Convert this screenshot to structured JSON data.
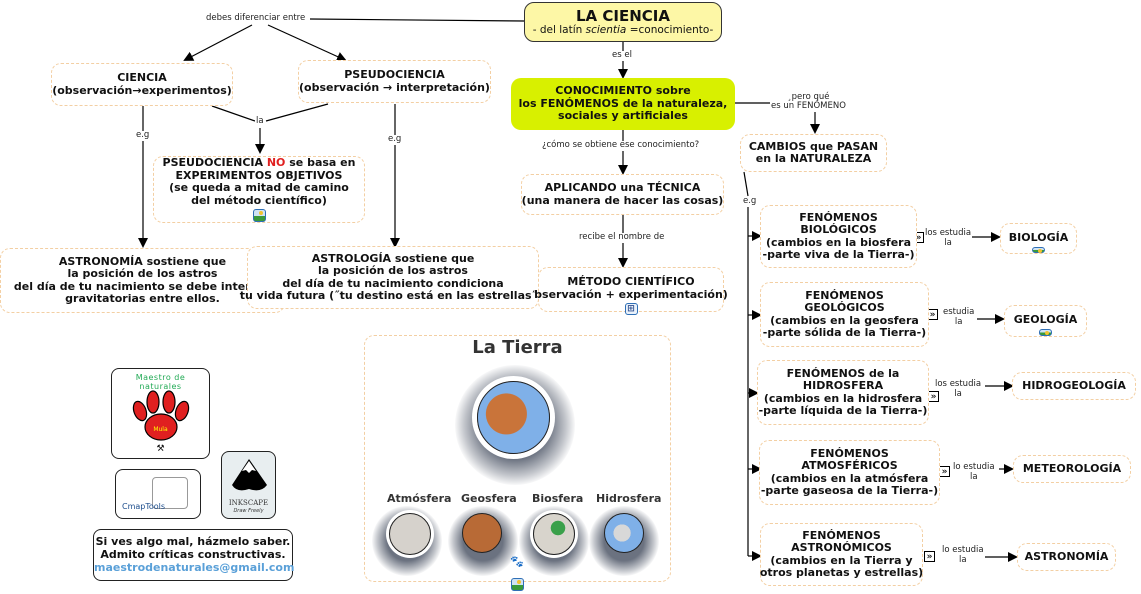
{
  "colors": {
    "node_border": "#f3cfa3",
    "root_fill": "#fdf7a6",
    "knowledge_fill": "#d8f000",
    "highlight_red": "#e02020",
    "email_blue": "#5aa0d8",
    "arrow_red": "#e03030"
  },
  "nodes": {
    "root": {
      "title": "LA CIENCIA",
      "sub_pre": "- del latín ",
      "sub_italic": "scientia",
      "sub_post": " =conocimiento-"
    },
    "ciencia": {
      "title": "CIENCIA",
      "sub": "(observación→experimentos)"
    },
    "pseudociencia": {
      "title": "PSEUDOCIENCIA",
      "sub": "(observación → interpretación)"
    },
    "pseudo_no": {
      "l1_pre": "PSEUDOCIENCIA ",
      "l1_red": "NO",
      "l1_post": " se basa en",
      "l2": "EXPERIMENTOS OBJETIVOS",
      "l3": "(se queda a mitad de camino",
      "l4": "del método científico)",
      "icon": "image-icon"
    },
    "astronomia_eg": {
      "l1": "ASTRONOMÍA sostiene que",
      "l2": "la posición de los astros",
      "l3": "del día de tu nacimiento se debe interacc",
      "l4": "gravitatorias entre ellos."
    },
    "astrologia_eg": {
      "l1": "ASTROLOGÍA sostiene que",
      "l2": "la posición de los astros",
      "l3": "del día de tu nacimiento condiciona",
      "l4": "tu vida futura (˝tu destino está en las estrellas˝)."
    },
    "conocimiento": {
      "l1": "CONOCIMIENTO sobre",
      "l2": "los FENÓMENOS de la naturaleza,",
      "l3": "sociales y artificiales"
    },
    "tecnica": {
      "l1": "APLICANDO una TÉCNICA",
      "l2": "(una manera de hacer las cosas)"
    },
    "metodo": {
      "l1": "MÉTODO CIENTÍFICO",
      "l2": "bservación + experimentación)",
      "icon": "concept-map-icon"
    },
    "cambios": {
      "l1": "CAMBIOS que PASAN",
      "l2": "en la NATURALEZA"
    },
    "fen_bio": {
      "l1": "FENÓMENOS",
      "l2": "BIOLÓGICOS",
      "l3": "(cambios en la biosfera",
      "l4": "-parte viva de la Tierra-)"
    },
    "fen_geo": {
      "l1": "FENÓMENOS",
      "l2": "GEOLÓGICOS",
      "l3": "(cambios en la geosfera",
      "l4": "-parte sólida de la Tierra-)"
    },
    "fen_hidro": {
      "l1": "FENÓMENOS de la",
      "l2": "HIDROSFERA",
      "l3": "(cambios en la hidrosfera",
      "l4": "-parte líquida de la Tierra-)"
    },
    "fen_atmo": {
      "l1": "FENÓMENOS",
      "l2": "ATMOSFÉRICOS",
      "l3": "(cambios en la atmósfera",
      "l4": "-parte gaseosa de la Tierra-)"
    },
    "fen_astro": {
      "l1": "FENÓMENOS",
      "l2": "ASTRONÓMICOS",
      "l3": "(cambios en la Tierra y",
      "l4": "otros planetas y estrellas)"
    },
    "biologia": {
      "title": "BIOLOGÍA",
      "icon": "image-icon"
    },
    "geologia": {
      "title": "GEOLOGÍA",
      "icon": "image-icon"
    },
    "hidrogeologia": {
      "title": "HIDROGEOLOGÍA"
    },
    "meteorologia": {
      "title": "METEOROLOGÍA"
    },
    "astronomia": {
      "title": "ASTRONOMÍA"
    }
  },
  "link_labels": {
    "diferenciar": "debes diferenciar entre",
    "la": "la",
    "eg_ciencia": "e.g",
    "eg_pseudo": "e.g",
    "es_el": "es el",
    "pero_que_1": "¸pero qué",
    "pero_que_2": "es un FENÓMENO",
    "como": "¿cómo se obtiene ese conocimiento?",
    "recibe": "recibe el nombre de",
    "eg_cambios": "e.g",
    "bio_1": "los estudia",
    "bio_2": "la",
    "geo_1": "estudia",
    "geo_2": "la",
    "hidro_1": "los estudia",
    "hidro_2": "la",
    "atmo_1": "lo estudia",
    "atmo_2": "la",
    "astro_1": "lo estudia",
    "astro_2": "la"
  },
  "tierra": {
    "title": "La Tierra",
    "spheres": [
      "Atmósfera",
      "Geosfera",
      "Biosfera",
      "Hidrosfera"
    ],
    "icon": "image-icon"
  },
  "credits": {
    "logo_maestro_top": "Maestro de naturales",
    "logo_maestro_badge": "Mula",
    "cmaptools": "CmapTools",
    "inkscape": "INKSCAPE",
    "inkscape_tag": "Draw Freely",
    "feedback_l1": "Si ves algo mal, házmelo saber.",
    "feedback_l2": "Admito críticas constructivas.",
    "email": "maestrodenaturales@gmail.com"
  }
}
